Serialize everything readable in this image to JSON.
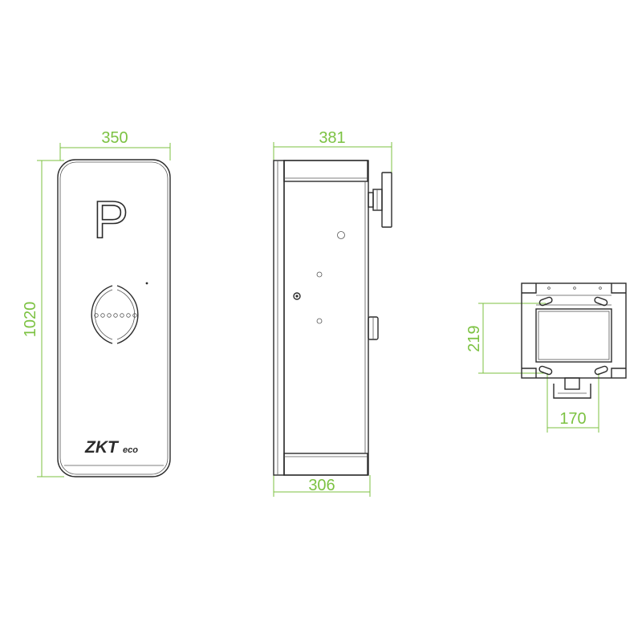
{
  "front_view": {
    "width_label": "350",
    "height_label": "1020",
    "sign_letter": "P",
    "logo_main": "ZKT",
    "logo_sub": "eco"
  },
  "side_view": {
    "overall_width_label": "381",
    "body_width_label": "306"
  },
  "base_view": {
    "depth_label": "219",
    "width_label": "170"
  },
  "colors": {
    "dimension": "#7cc242",
    "outline": "#2b2b2b"
  }
}
